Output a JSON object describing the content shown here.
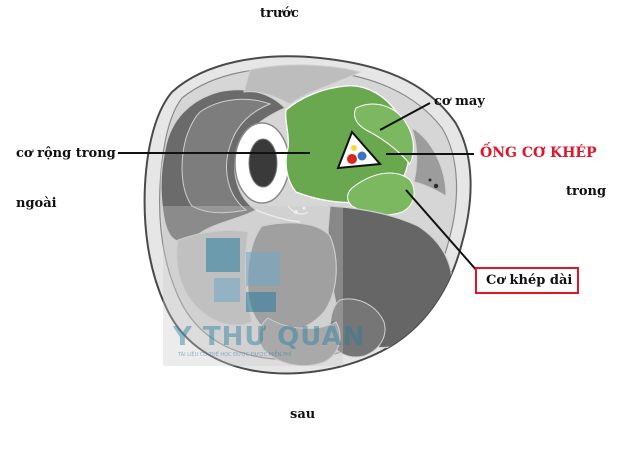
{
  "labels": {
    "anterior": "trước",
    "posterior": "sau",
    "lateral": "ngoài",
    "medial": "trong",
    "sartorius": "cơ may",
    "vastus_medialis": "cơ rộng trong",
    "adductor_canal": "ỐNG CƠ KHÉP",
    "adductor_longus": "Cơ khép dài"
  },
  "watermark": {
    "brand": "Y THƯ QUÁN",
    "tagline": "TÀI LIỆU CÓ THỂ HỌC ĐƯỢC ĐƯỢC MIỄN PHÍ"
  },
  "colors": {
    "highlight_green": "#6aa84f",
    "label_red": "#e0162b",
    "artery_red": "#d7261c",
    "vein_blue": "#3a74c9",
    "nerve_yellow": "#f2dc3a",
    "watermark_blue": "#2a7da0"
  }
}
